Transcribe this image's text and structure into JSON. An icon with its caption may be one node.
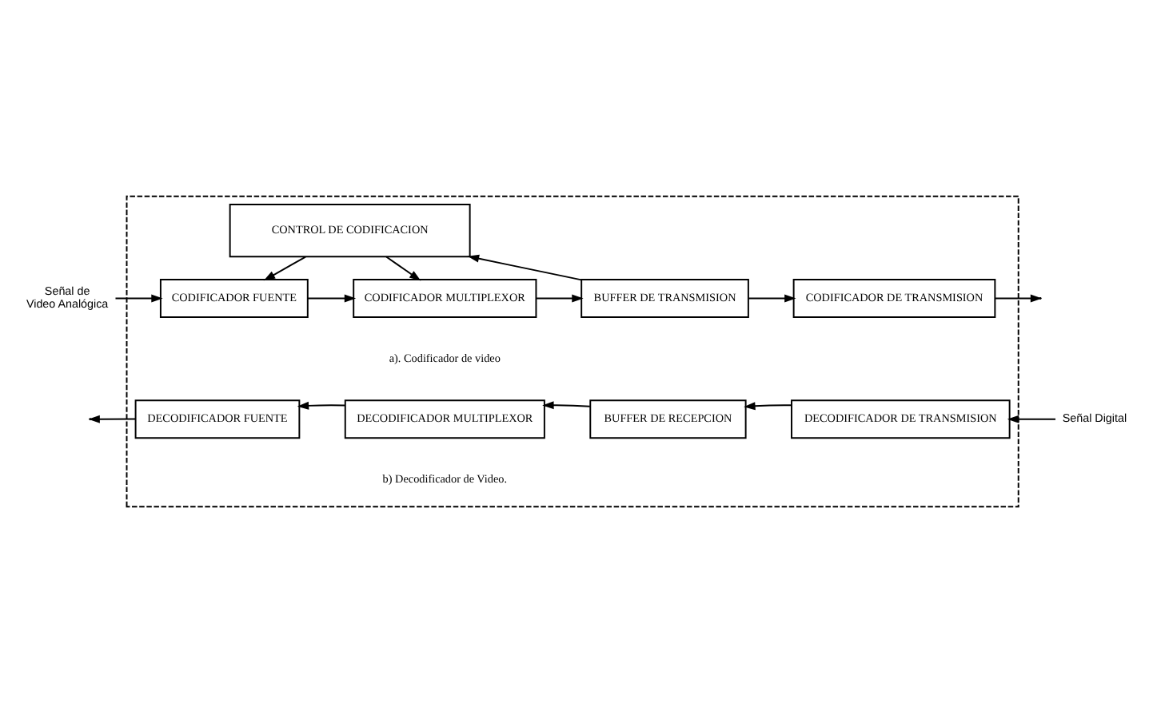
{
  "diagram": {
    "nodes": [
      {
        "text": [],
        "shape": "box"
      },
      {
        "text": [
          "CONTROL DE CODIFICACION"
        ],
        "in": 0
      },
      {
        "text": [
          "Señal de Video Analógica"
        ]
      },
      {
        "text": [
          "CODIFICADOR FUENTE"
        ],
        "in": 0
      },
      {
        "text": [
          "CODIFICADOR MULTIPLEXOR"
        ],
        "in": 0
      },
      {
        "text": [
          "BUFFER DE TRANSMISION"
        ],
        "in": 0
      },
      {
        "text": [
          "CODIFICADOR DE TRANSMISION"
        ],
        "in": 0
      },
      {
        "text": [
          "Señal Digital"
        ]
      },
      {
        "text": [
          "DECODIFICADOR FUENTE"
        ],
        "in": 0
      },
      {
        "text": [
          "DECODIFICADOR MULTIPLEXOR"
        ],
        "in": 0
      },
      {
        "text": [
          "BUFFER DE RECEPCION"
        ],
        "in": 0
      },
      {
        "text": [
          "DECODIFICADOR DE TRANSMISION"
        ],
        "in": 0
      }
    ],
    "edges": [
      {
        "from": 1,
        "to": 3,
        "arrow": "to"
      },
      {
        "from": 1,
        "to": 4,
        "arrow": "to"
      },
      {
        "from": 5,
        "to": 1,
        "arrow": "to"
      },
      {
        "from": 2,
        "to": 3,
        "arrow": "to"
      },
      {
        "from": 3,
        "to": 4,
        "arrow": "to"
      },
      {
        "from": 4,
        "to": 5,
        "arrow": "to"
      },
      {
        "from": 5,
        "to": 6,
        "arrow": "to"
      },
      {
        "from": 6,
        "to": null,
        "arrow": "to"
      },
      {
        "from": 7,
        "to": 11,
        "arrow": "to"
      },
      {
        "from": 11,
        "to": 10,
        "arrow": "to"
      },
      {
        "from": 10,
        "to": 9,
        "arrow": "to"
      },
      {
        "from": 9,
        "to": 8,
        "arrow": "to"
      },
      {
        "from": 8,
        "to": null,
        "arrow": "to"
      }
    ],
    "labels": [
      "a). Codificador de video",
      "b) Decodificador de Video."
    ]
  }
}
